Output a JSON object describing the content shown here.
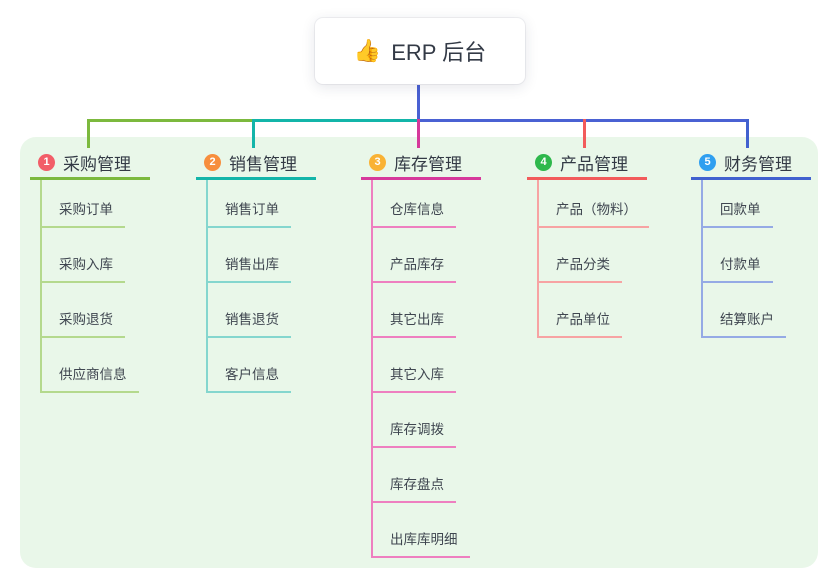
{
  "root": {
    "icon": "👍",
    "label": "ERP 后台"
  },
  "connector_color": "#4a61d3",
  "panel_color": "#e9f7e9",
  "branches": [
    {
      "num": "1",
      "label": "采购管理",
      "badge_color": "#f25e68",
      "line_color": "#7cb93e",
      "child_line_color": "#b4d98d",
      "children": [
        "采购订单",
        "采购入库",
        "采购退货",
        "供应商信息"
      ]
    },
    {
      "num": "2",
      "label": "销售管理",
      "badge_color": "#f78e3d",
      "line_color": "#13b5a9",
      "child_line_color": "#84d6ce",
      "children": [
        "销售订单",
        "销售出库",
        "销售退货",
        "客户信息"
      ]
    },
    {
      "num": "3",
      "label": "库存管理",
      "badge_color": "#f9b234",
      "line_color": "#d6399b",
      "child_line_color": "#ee7fc0",
      "children": [
        "仓库信息",
        "产品库存",
        "其它出库",
        "其它入库",
        "库存调拨",
        "库存盘点",
        "出库库明细"
      ]
    },
    {
      "num": "4",
      "label": "产品管理",
      "badge_color": "#2eb84c",
      "line_color": "#f25b5b",
      "child_line_color": "#f7a3a3",
      "children": [
        "产品（物料）",
        "产品分类",
        "产品单位"
      ]
    },
    {
      "num": "5",
      "label": "财务管理",
      "badge_color": "#2f9ff0",
      "line_color": "#4161cf",
      "child_line_color": "#95aae5",
      "children": [
        "回款单",
        "付款单",
        "结算账户"
      ]
    }
  ]
}
